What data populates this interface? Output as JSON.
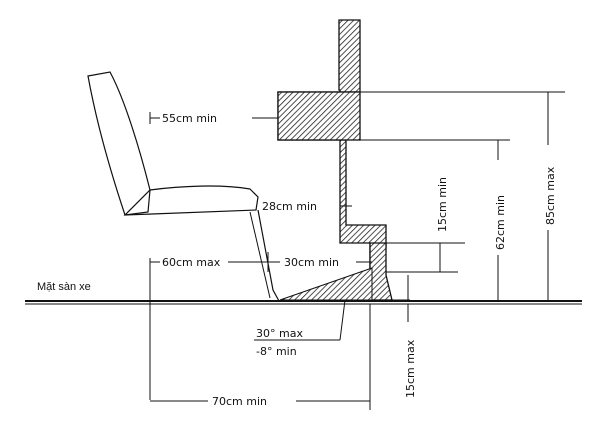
{
  "labels": {
    "floor": "Mặt sàn xe",
    "backrest_to_panel": "55cm min",
    "seat_to_panel": "28cm min",
    "seat_edge_to_floor_front": "60cm max",
    "foot_slope": "30cm min",
    "angle_max": "30° max",
    "angle_min": "-8° min",
    "total_length": "70cm min",
    "knee_clearance": "15cm min",
    "panel_low_height": "62cm min",
    "panel_top_height": "85cm max",
    "step_height": "15cm max"
  },
  "colors": {
    "ink": "#111111",
    "hatch": "#222222",
    "background": "#ffffff"
  }
}
